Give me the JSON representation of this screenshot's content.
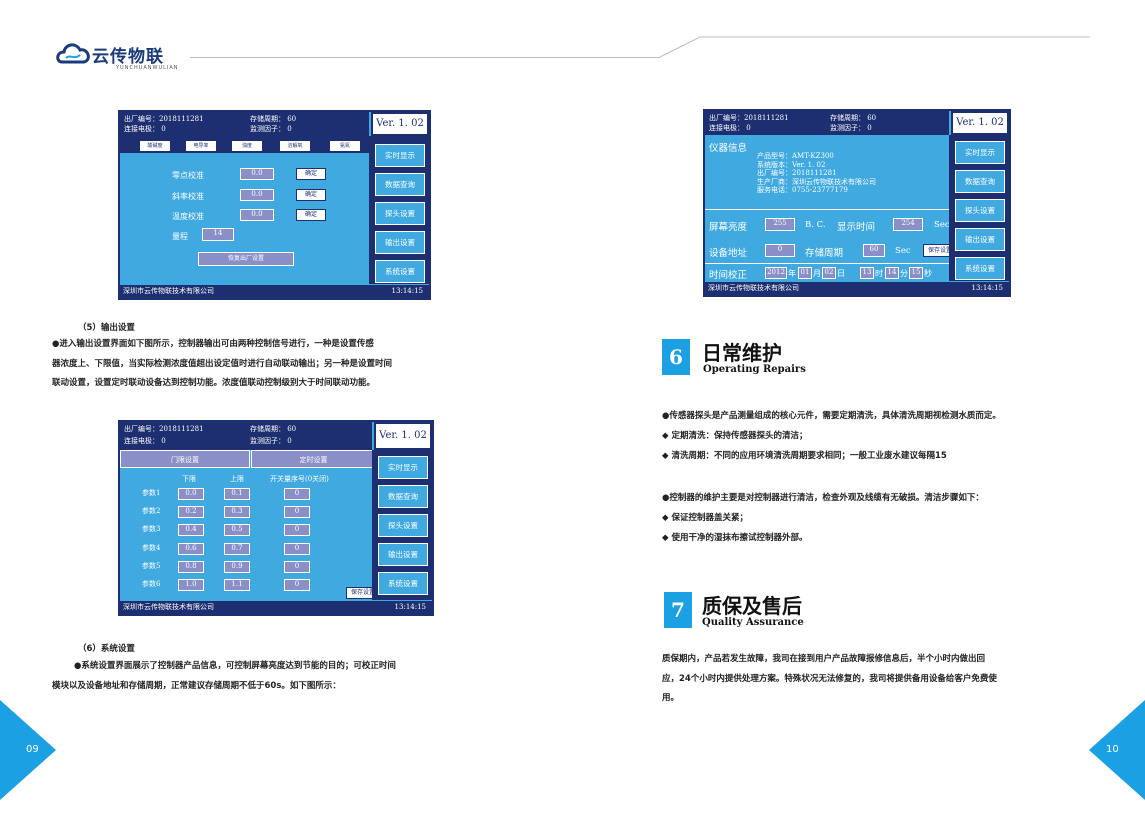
{
  "logo": {
    "name": "云传物联",
    "sub": "YUNCHUANWULIAN"
  },
  "screen1": {
    "factory_no": "出厂编号：2018111281",
    "store_period": "存储周期：  60",
    "conn": "连接电极：  0",
    "factor": "监测因子：  0",
    "ver": "Ver. 1. 02",
    "tabs": [
      "酸碱度",
      "电导率",
      "浊度",
      "溶解氧",
      "氨氮"
    ],
    "rows": [
      {
        "label": "零点校准",
        "val": "0.0",
        "btn": "确定"
      },
      {
        "label": "斜率校准",
        "val": "0.0",
        "btn": "确定"
      },
      {
        "label": "温度校准",
        "val": "0.0",
        "btn": "确定"
      }
    ],
    "range_label": "量程",
    "range_val": "14",
    "restore": "恢复出厂设置",
    "side": [
      "实时显示",
      "数据查询",
      "探头设置",
      "输出设置",
      "系统设置"
    ],
    "company": "深圳市云传物联技术有限公司",
    "time": "13:14:15"
  },
  "sec5": {
    "title": "（5）输出设置",
    "lines": [
      "●进入输出设置界面如下图所示，控制器输出可由两种控制信号进行，一种是设置传感",
      "器浓度上、下限值，当实际检测浓度值超出设定值时进行自动联动输出；另一种是设置时间",
      "联动设置，设置定时联动设备达到控制功能。浓度值联动控制级别大于时间联动功能。"
    ]
  },
  "screen2": {
    "factory_no": "出厂编号：2018111281",
    "store_period": "存储周期：  60",
    "conn": "连接电极：  0",
    "factor": "监测因子：  0",
    "ver": "Ver. 1. 02",
    "tab_a": "门限设置",
    "tab_b": "定时设置",
    "col_low": "下限",
    "col_high": "上限",
    "col_sw": "开关量序号(0关闭)",
    "params": [
      {
        "n": "参数1",
        "lo": "0.0",
        "hi": "0.1",
        "sw": "0"
      },
      {
        "n": "参数2",
        "lo": "0.2",
        "hi": "0.3",
        "sw": "0"
      },
      {
        "n": "参数3",
        "lo": "0.4",
        "hi": "0.5",
        "sw": "0"
      },
      {
        "n": "参数4",
        "lo": "0.6",
        "hi": "0.7",
        "sw": "0"
      },
      {
        "n": "参数5",
        "lo": "0.8",
        "hi": "0.9",
        "sw": "0"
      },
      {
        "n": "参数6",
        "lo": "1.0",
        "hi": "1.1",
        "sw": "0"
      }
    ],
    "save": "保存设置",
    "side": [
      "实时显示",
      "数据查询",
      "探头设置",
      "输出设置",
      "系统设置"
    ],
    "company": "深圳市云传物联技术有限公司",
    "time": "13:14:15"
  },
  "sec6sys": {
    "title": "（6）系统设置",
    "lines": [
      "●系统设置界面展示了控制器产品信息，可控制屏幕亮度达到节能的目的；可校正时间",
      "模块以及设备地址和存储周期，正常建议存储周期不低于60s。如下图所示："
    ]
  },
  "screen3": {
    "factory_no": "出厂编号：2018111281",
    "store_period": "存储周期：  60",
    "conn": "连接电极：  0",
    "factor": "监测因子：  0",
    "ver": "Ver. 1. 02",
    "info_title": "仪器信息",
    "info": [
      "产品型号：AMT-KZ300",
      "系统版本：Ver. 1. 02",
      "出厂编号：2018111281",
      "生产厂商：深圳云传物联技术有限公司",
      "服务电话：0755-23777179"
    ],
    "brightness_label": "屏幕亮度",
    "brightness": "255",
    "bc": "B. C.",
    "disp_label": "显示时间",
    "disp": "254",
    "sec": "Sec",
    "addr_label": "设备地址",
    "addr": "0",
    "period_label": "存储周期",
    "period": "60",
    "save": "保存设置",
    "time_label": "时间校正",
    "year": "2012",
    "y": "年",
    "month": "01",
    "m": "月",
    "day": "02",
    "d": "日",
    "hour": "13",
    "h": "时",
    "min": "14",
    "mi": "分",
    "s_val": "15",
    "s": "秒",
    "side": [
      "实时显示",
      "数据查询",
      "探头设置",
      "输出设置",
      "系统设置"
    ],
    "company": "深圳市云传物联技术有限公司",
    "time": "13:14:15"
  },
  "sec6": {
    "num": "6",
    "title": "日常维护",
    "sub": "Operating Repairs",
    "lines": [
      "●传感器探头是产品测量组成的核心元件，需要定期清洗，具体清洗周期视检测水质而定。",
      "◆ 定期清洗：保持传感器探头的清洁；",
      "◆ 清洗周期：不同的应用环境清洗周期要求相同；一般工业废水建议每隔15"
    ],
    "lines2": [
      "●控制器的维护主要是对控制器进行清洁，检查外观及线缆有无破损。清洁步骤如下：",
      "◆ 保证控制器盖关紧；",
      "◆ 使用干净的湿抹布擦试控制器外部。"
    ]
  },
  "sec7": {
    "num": "7",
    "title": "质保及售后",
    "sub": "Quality Assurance",
    "lines": [
      "质保期内，产品若发生故障，我司在接到用户产品故障报修信息后，半个小时内做出回",
      "应，24个小时内提供处理方案。特殊状况无法修复的，我司将提供备用设备给客户免费使",
      "用。"
    ]
  },
  "page_left": "09",
  "page_right": "10",
  "colors": {
    "accent": "#1aa0e3",
    "screen": "#3fa9e0",
    "navy": "#1d2f70"
  }
}
